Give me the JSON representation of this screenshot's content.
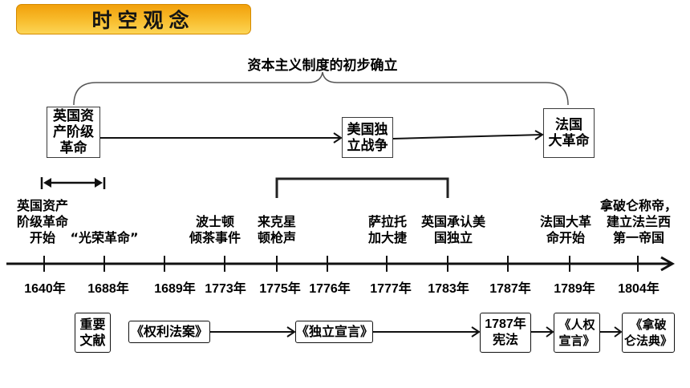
{
  "header": {
    "badge_title": "时空观念"
  },
  "period": {
    "label": "资本主义制度的初步确立"
  },
  "revolutions": [
    {
      "label": "英国资\n产阶级\n革命"
    },
    {
      "label": "美国独\n立战争"
    },
    {
      "label": "法国\n大革命"
    }
  ],
  "timeline": {
    "events": [
      "英国资产\n阶级革命\n开始",
      "“光荣革命”",
      "波士顿\n倾茶事件",
      "来克星\n顿枪声",
      "萨拉托\n加大捷",
      "英国承认美\n国独立",
      "法国大革\n命开始",
      "拿破仑称帝，\n建立法兰西\n第一帝国"
    ],
    "years": [
      "1640年",
      "1688年",
      "1689年",
      "1773年",
      "1775年",
      "1776年",
      "1777年",
      "1783年",
      "1787年",
      "1789年",
      "1804年"
    ]
  },
  "documents": {
    "heading": "重要\n文献",
    "items": [
      "《权利法案》",
      "《独立宣言》",
      "1787年\n宪法",
      "《人权\n宣言》",
      "《拿破\n仑法典》"
    ]
  },
  "colors": {
    "badge_top": "#f2a00b",
    "badge_bottom": "#fcd556",
    "ink": "#111111",
    "brace": "#555555"
  }
}
